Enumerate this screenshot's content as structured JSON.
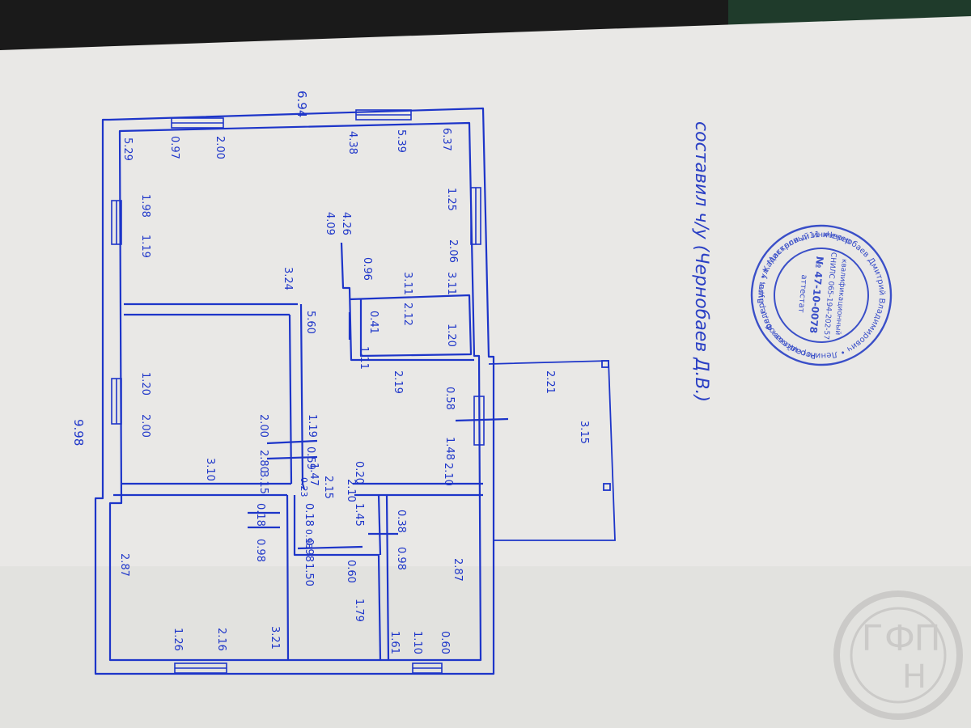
{
  "plan": {
    "overall_width": "9.98",
    "overall_depth": "6.94",
    "dimensions": [
      "5.29",
      "0.97",
      "2.00",
      "4.38",
      "5.39",
      "6.37",
      "1.98",
      "1.19",
      "1.25",
      "4.09",
      "4.26",
      "0.96",
      "2.06",
      "3.11",
      "3.11",
      "3.24",
      "2.12",
      "0.41",
      "5.60",
      "1.20",
      "1.11",
      "2.19",
      "0.58",
      "1.20",
      "2.00",
      "2.00",
      "1.19",
      "2.80",
      "0.59",
      "1.48",
      "3.10",
      "3.15",
      "1.47",
      "2.15",
      "0.23",
      "0.20",
      "2.10",
      "2.10",
      "0.18",
      "0.18",
      "1.45",
      "0.38",
      "0.98",
      "0.98",
      "0.98",
      "0.98",
      "2.87",
      "1.50",
      "0.60",
      "2.87",
      "1.79",
      "1.26",
      "2.16",
      "3.21",
      "1.61",
      "1.10",
      "0.60",
      "2.21",
      "3.15"
    ]
  },
  "signature": {
    "text": "составил  ч/у  (Чернобаев Д.В.)"
  },
  "stamp": {
    "outer_text": "Чернобаев Дмитрий Владимирович • Ленинградская обл. г. Луга, ул. Миккели д.11 кв.6",
    "outer_bottom": "Российская Федерация • Кадастровый инженер",
    "inner_lines": [
      "квалификационный",
      "СНИЛС 065-194-202-57",
      "№ 47-10-0078",
      "аттестат"
    ]
  },
  "watermark": {
    "letters": [
      "Г",
      "Ф",
      "П",
      "Н"
    ]
  }
}
